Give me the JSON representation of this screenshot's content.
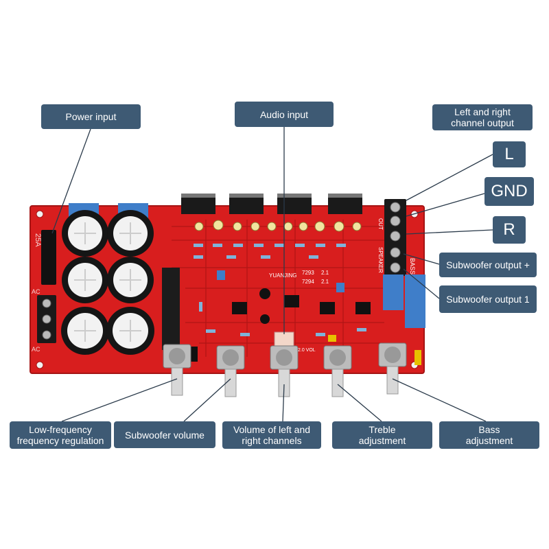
{
  "labels": {
    "power_input": "Power input",
    "audio_input": "Audio input",
    "lr_output": "Left and right\nchannel output",
    "left": "L",
    "ground": "GND",
    "right": "R",
    "sub_out_plus": "Subwoofer output +",
    "sub_out_1": "Subwoofer output 1",
    "low_freq": "Low-frequency\nfrequency regulation",
    "sub_volume": "Subwoofer volume",
    "lr_volume": "Volume of left and\nright channels",
    "treble": "Treble\nadjustment",
    "bass": "Bass\nadjustment"
  },
  "board_text": {
    "fuse": "25A",
    "ac_top": "AC",
    "ac_bottom": "AC",
    "brand": "YUANJING",
    "chip_a": "7293",
    "chip_b": "7294",
    "ver_a": "2.1",
    "ver_b": "2.1",
    "speaker": "SPEAKER",
    "out": "OUT",
    "bass_mark": "BASS",
    "vol": "2.0 VOL"
  },
  "colors": {
    "board": "#d81e1e",
    "label_bg": "#3e5a74",
    "label_text": "#ffffff",
    "line": "#2a3a4a"
  }
}
